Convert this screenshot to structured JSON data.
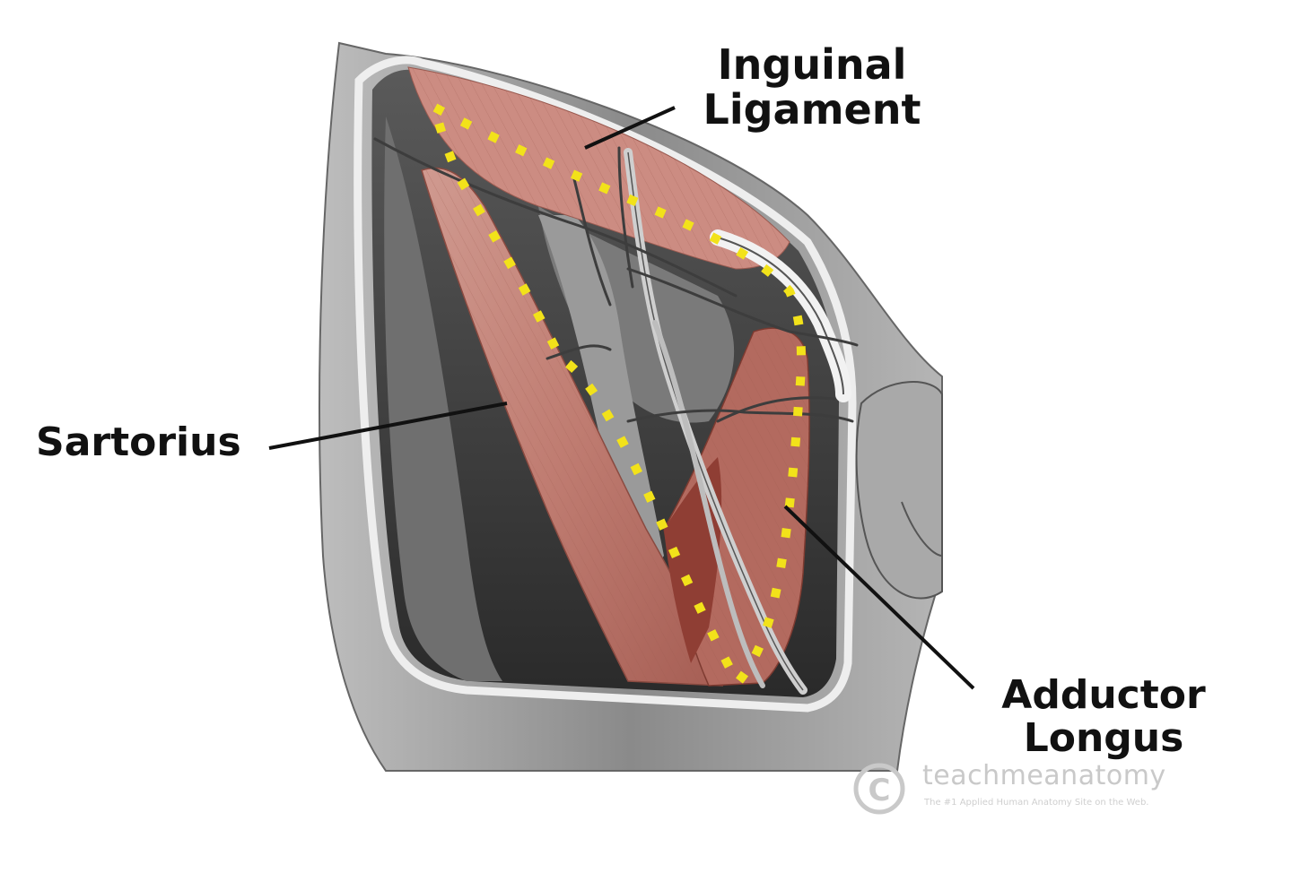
{
  "labels": {
    "inguinal_ligament": [
      "Inguinal",
      "Ligament"
    ],
    "sartorius": "Sartorius",
    "adductor_longus": [
      "Adductor",
      "Longus"
    ]
  },
  "watermark": {
    "brand": "teachmeanatomy",
    "tagline": "The #1 Applied Human Anatomy Site on the Web."
  },
  "colors": {
    "muscle": "#c98a80",
    "muscle_dark": "#8f3e34",
    "boundary_dots": "#f2e21a",
    "leader_lines": "#111111"
  }
}
